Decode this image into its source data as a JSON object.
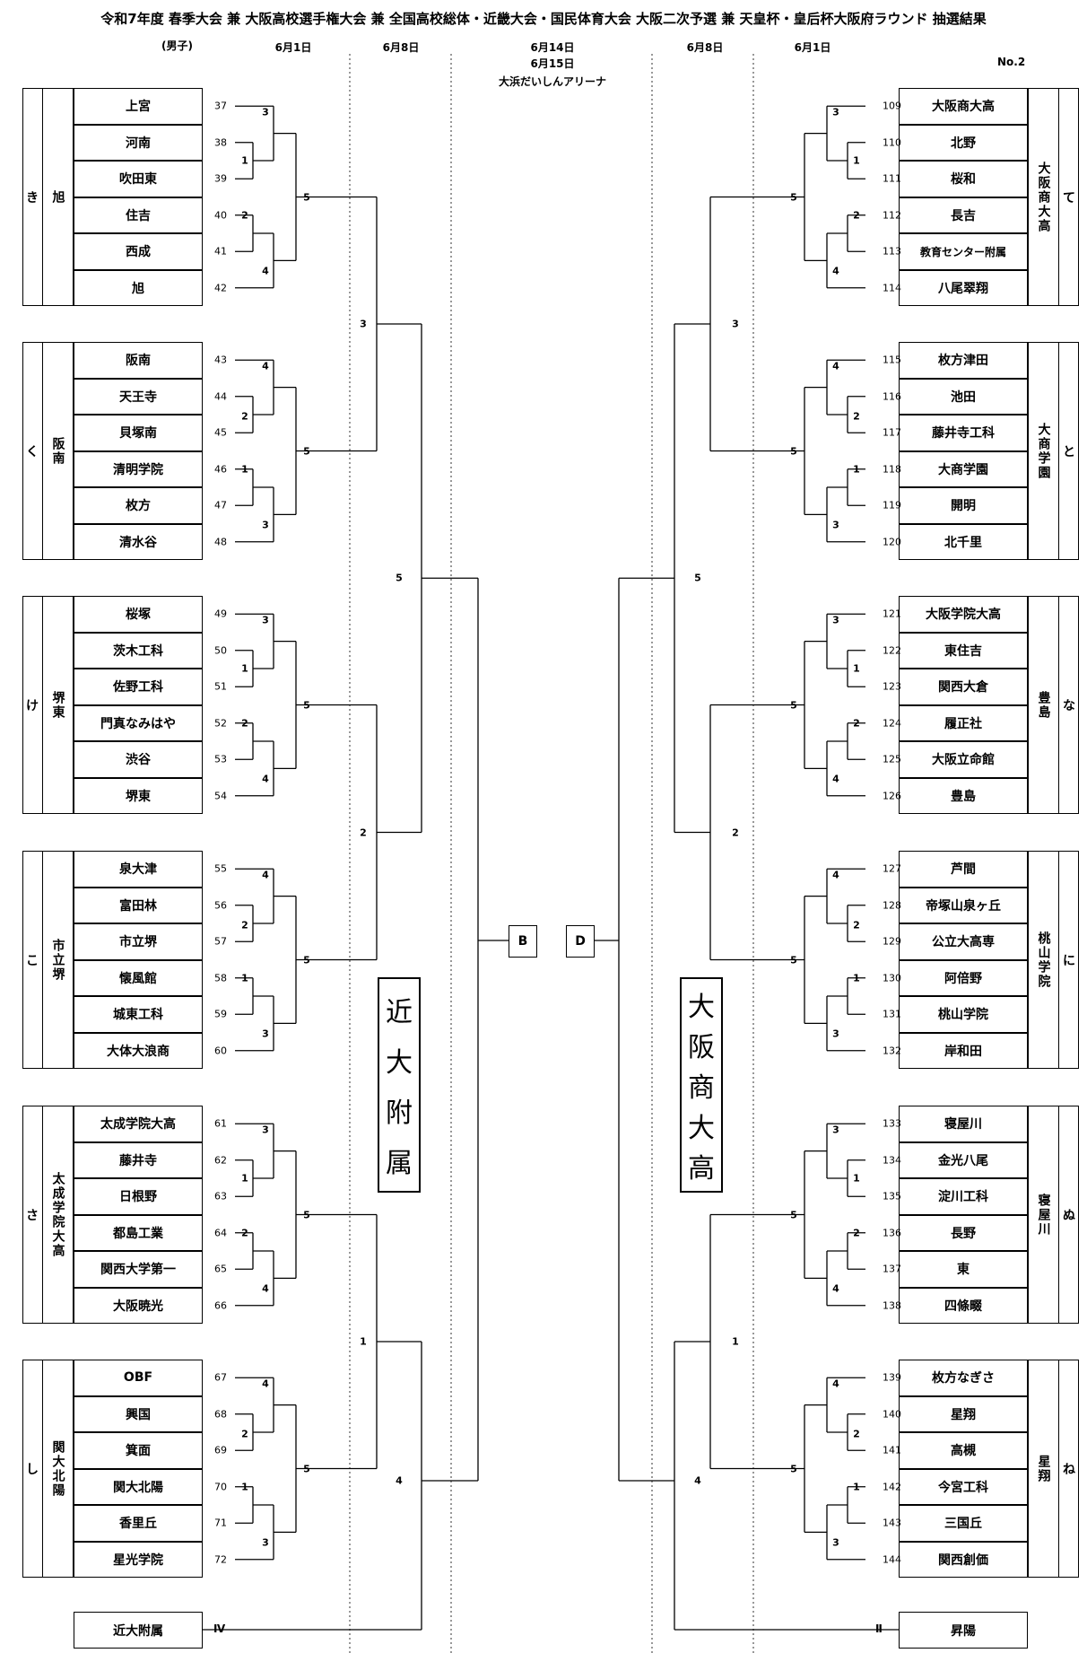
{
  "header": {
    "title": "令和7年度 春季大会 兼 大阪高校選手権大会 兼 全国高校総体・近畿大会・国民体育大会 大阪二次予選 兼 天皇杯・皇后杯大阪府ラウンド 抽選結果",
    "gender": "(男子)",
    "page_no": "No.2",
    "dates": [
      "6月1日",
      "6月8日",
      "6月14日",
      "6月8日",
      "6月1日"
    ],
    "date_final2": "6月15日",
    "venue": "大浜だいしんアリーナ"
  },
  "center": {
    "left_label": "B",
    "right_label": "D"
  },
  "champions": {
    "left": [
      "近",
      "大",
      "附",
      "属"
    ],
    "right": [
      "大",
      "阪",
      "商",
      "大",
      "高"
    ]
  },
  "left_blocks": [
    {
      "kana": "き",
      "seed": "旭",
      "teams": [
        "上宮",
        "河南",
        "吹田東",
        "住吉",
        "西成",
        "旭"
      ],
      "nums": [
        "37",
        "38",
        "39",
        "40",
        "41",
        "42"
      ],
      "r": [
        "3",
        "1",
        "2",
        "4",
        "5"
      ]
    },
    {
      "kana": "く",
      "seed": "阪南",
      "teams": [
        "阪南",
        "天王寺",
        "貝塚南",
        "清明学院",
        "枚方",
        "清水谷"
      ],
      "nums": [
        "43",
        "44",
        "45",
        "46",
        "47",
        "48"
      ],
      "r": [
        "4",
        "2",
        "1",
        "3",
        "5"
      ]
    },
    {
      "kana": "け",
      "seed": "堺東",
      "teams": [
        "桜塚",
        "茨木工科",
        "佐野工科",
        "門真なみはや",
        "渋谷",
        "堺東"
      ],
      "nums": [
        "49",
        "50",
        "51",
        "52",
        "53",
        "54"
      ],
      "r": [
        "3",
        "1",
        "2",
        "4",
        "5"
      ]
    },
    {
      "kana": "こ",
      "seed": "市立堺",
      "teams": [
        "泉大津",
        "富田林",
        "市立堺",
        "懐風館",
        "城東工科",
        "大体大浪商"
      ],
      "nums": [
        "55",
        "56",
        "57",
        "58",
        "59",
        "60"
      ],
      "r": [
        "4",
        "2",
        "1",
        "3",
        "5"
      ]
    },
    {
      "kana": "さ",
      "seed": "太成学院大高",
      "teams": [
        "太成学院大高",
        "藤井寺",
        "日根野",
        "都島工業",
        "関西大学第一",
        "大阪暁光"
      ],
      "nums": [
        "61",
        "62",
        "63",
        "64",
        "65",
        "66"
      ],
      "r": [
        "3",
        "1",
        "2",
        "4",
        "5"
      ]
    },
    {
      "kana": "し",
      "seed": "関大北陽",
      "teams": [
        "OBF",
        "興国",
        "箕面",
        "関大北陽",
        "香里丘",
        "星光学院"
      ],
      "nums": [
        "67",
        "68",
        "69",
        "70",
        "71",
        "72"
      ],
      "r": [
        "4",
        "2",
        "1",
        "3",
        "5"
      ]
    }
  ],
  "right_blocks": [
    {
      "kana": "て",
      "seed": "大阪商大高",
      "teams": [
        "大阪商大高",
        "北野",
        "桜和",
        "長吉",
        "教育センター附属",
        "八尾翠翔"
      ],
      "nums": [
        "109",
        "110",
        "111",
        "112",
        "113",
        "114"
      ],
      "r": [
        "3",
        "1",
        "2",
        "4",
        "5"
      ]
    },
    {
      "kana": "と",
      "seed": "大商学園",
      "teams": [
        "枚方津田",
        "池田",
        "藤井寺工科",
        "大商学園",
        "開明",
        "北千里"
      ],
      "nums": [
        "115",
        "116",
        "117",
        "118",
        "119",
        "120"
      ],
      "r": [
        "4",
        "2",
        "1",
        "3",
        "5"
      ]
    },
    {
      "kana": "な",
      "seed": "豊島",
      "teams": [
        "大阪学院大高",
        "東住吉",
        "関西大倉",
        "履正社",
        "大阪立命館",
        "豊島"
      ],
      "nums": [
        "121",
        "122",
        "123",
        "124",
        "125",
        "126"
      ],
      "r": [
        "3",
        "1",
        "2",
        "4",
        "5"
      ]
    },
    {
      "kana": "に",
      "seed": "桃山学院",
      "teams": [
        "芦間",
        "帝塚山泉ヶ丘",
        "公立大高専",
        "阿倍野",
        "桃山学院",
        "岸和田"
      ],
      "nums": [
        "127",
        "128",
        "129",
        "130",
        "131",
        "132"
      ],
      "r": [
        "4",
        "2",
        "1",
        "3",
        "5"
      ]
    },
    {
      "kana": "ぬ",
      "seed": "寝屋川",
      "teams": [
        "寝屋川",
        "金光八尾",
        "淀川工科",
        "長野",
        "東",
        "四條畷"
      ],
      "nums": [
        "133",
        "134",
        "135",
        "136",
        "137",
        "138"
      ],
      "r": [
        "3",
        "1",
        "2",
        "4",
        "5"
      ]
    },
    {
      "kana": "ね",
      "seed": "星翔",
      "teams": [
        "枚方なぎさ",
        "星翔",
        "高槻",
        "今宮工科",
        "三国丘",
        "関西創価"
      ],
      "nums": [
        "139",
        "140",
        "141",
        "142",
        "143",
        "144"
      ],
      "r": [
        "4",
        "2",
        "1",
        "3",
        "5"
      ]
    }
  ],
  "left_r3": [
    "3",
    "2",
    "1"
  ],
  "right_r3": [
    "3",
    "2",
    "1"
  ],
  "left_r4": [
    "5",
    "4"
  ],
  "right_r4": [
    "5",
    "4"
  ],
  "bottom": {
    "left_team": "近大附属",
    "left_mark": "Ⅳ",
    "right_team": "昇陽",
    "right_mark": "Ⅱ"
  }
}
